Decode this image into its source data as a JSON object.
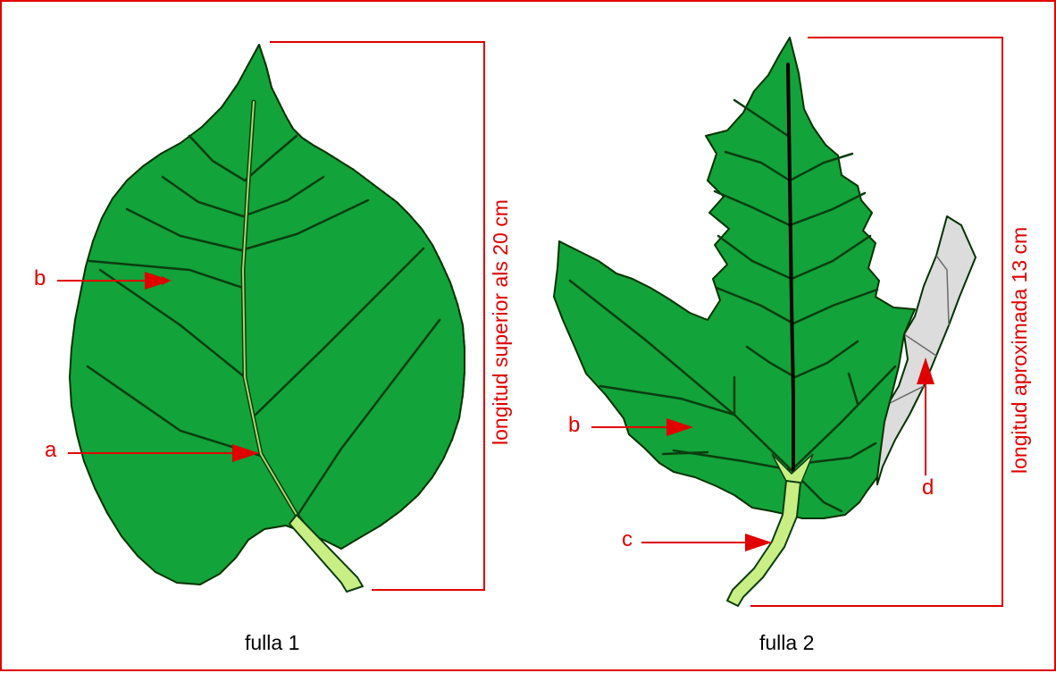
{
  "colors": {
    "frame": "#e10000",
    "leaf_fill": "#12a33a",
    "leaf_outline": "#003300",
    "vein_dark": "#0b3d10",
    "midrib_light": "#a9d86a",
    "petiole": "#c9ee84",
    "damaged_area": "#dcdcdc",
    "annotation": "#e10000"
  },
  "leaf1": {
    "caption": "fulla 1",
    "length_label": "longitud superior als 20 cm",
    "label_a": "a",
    "label_b": "b"
  },
  "leaf2": {
    "caption": "fulla 2",
    "length_label": "longitud aproximada 13 cm",
    "label_b": "b",
    "label_c": "c",
    "label_d": "d"
  }
}
